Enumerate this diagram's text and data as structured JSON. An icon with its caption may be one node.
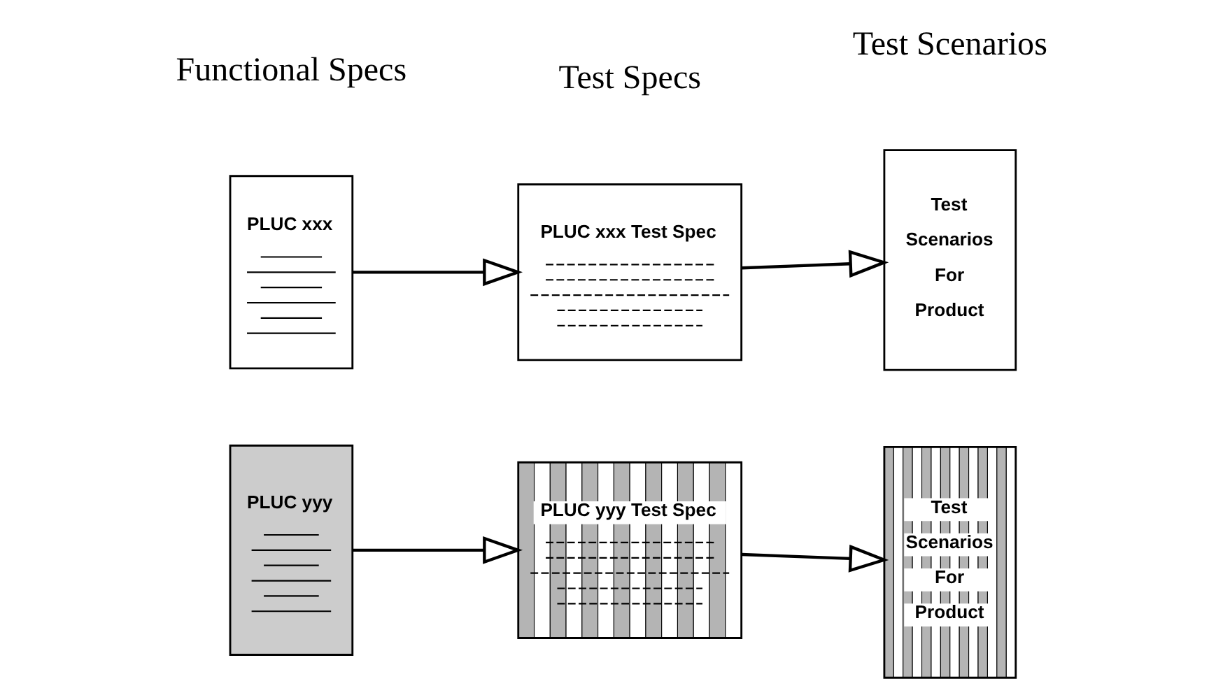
{
  "diagram": {
    "nodes": [
      {
        "text": [
          "PLUC xxx"
        ]
      },
      {
        "text": [
          "PLUC xxx Test Spec"
        ]
      },
      {
        "text": [
          "Test Scenarios For Product"
        ]
      },
      {
        "text": [
          "PLUC yyy"
        ]
      },
      {
        "text": [
          "PLUC yyy Test Spec"
        ]
      },
      {
        "text": [
          "Test Scenarios For Product"
        ]
      }
    ],
    "edges": [
      {
        "from": 0,
        "to": 1,
        "arrow": "to"
      },
      {
        "from": 1,
        "to": 2,
        "arrow": "to"
      },
      {
        "from": 3,
        "to": 4,
        "arrow": "to"
      },
      {
        "from": 4,
        "to": 5,
        "arrow": "to"
      }
    ],
    "labels": [
      "Functional Specs",
      "Test Specs",
      "Test Scenarios"
    ]
  }
}
